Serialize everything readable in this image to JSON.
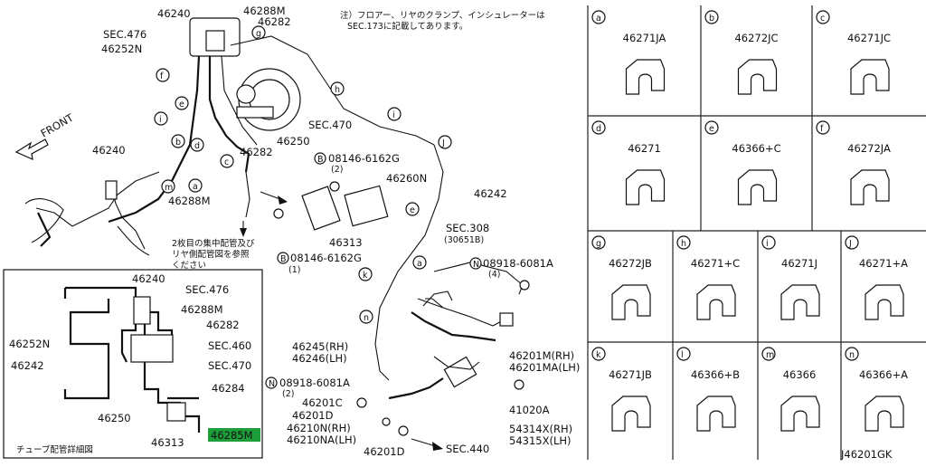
{
  "main_labels": [
    "46240",
    "46288M",
    "46282",
    "SEC.476",
    "46252N",
    "SEC.470",
    "46250",
    "46282",
    "46240",
    "46288M",
    "08146-6162G",
    "(2)",
    "46260N",
    "46313",
    "08146-6162G",
    "(1)",
    "46242",
    "SEC.308",
    "(30651B)",
    "08918-6081A",
    "(4)",
    "46245(RH)",
    "46246(LH)",
    "46201M(RH)",
    "46201MA(LH)",
    "08918-6081A",
    "(2)",
    "46201C",
    "46201D",
    "46210N(RH)",
    "46210NA(LH)",
    "41020A",
    "54314X(RH)",
    "54315X(LH)",
    "46201D",
    "SEC.440"
  ],
  "circles": [
    "g",
    "f",
    "e",
    "i",
    "b",
    "d",
    "c",
    "a",
    "m",
    "h",
    "i",
    "J",
    "a",
    "e",
    "k",
    "n",
    "B",
    "B",
    "N",
    "N"
  ],
  "front_label": "FRONT",
  "note_top": "注）フロアー、リヤのクランプ、インシュレーターは",
  "note_top2": "SEC.173に記載してあります。",
  "note_mid": "2枚目の集中配管及び",
  "note_mid2": "リヤ側配管図を参照",
  "note_mid3": "ください",
  "detail": {
    "labels": [
      "46240",
      "SEC.476",
      "46288M",
      "46282",
      "46252N",
      "SEC.460",
      "46242",
      "SEC.470",
      "46284",
      "46250",
      "46313",
      "46285M"
    ],
    "caption": "チューブ配管詳細図",
    "highlight": "46285M"
  },
  "cells": [
    {
      "letter": "a",
      "part": "46271JA"
    },
    {
      "letter": "b",
      "part": "46272JC"
    },
    {
      "letter": "c",
      "part": "46271JC"
    },
    {
      "letter": "d",
      "part": "46271"
    },
    {
      "letter": "e",
      "part": "46366+C"
    },
    {
      "letter": "f",
      "part": "46272JA"
    },
    {
      "letter": "g",
      "part": "46272JB"
    },
    {
      "letter": "h",
      "part": "46271+C"
    },
    {
      "letter": "i",
      "part": "46271J"
    },
    {
      "letter": "J",
      "part": "46271+A"
    },
    {
      "letter": "k",
      "part": "46271JB"
    },
    {
      "letter": "l",
      "part": "46366+B"
    },
    {
      "letter": "m",
      "part": "46366"
    },
    {
      "letter": "n",
      "part": "46366+A"
    }
  ],
  "ref_code": "J46201GK"
}
